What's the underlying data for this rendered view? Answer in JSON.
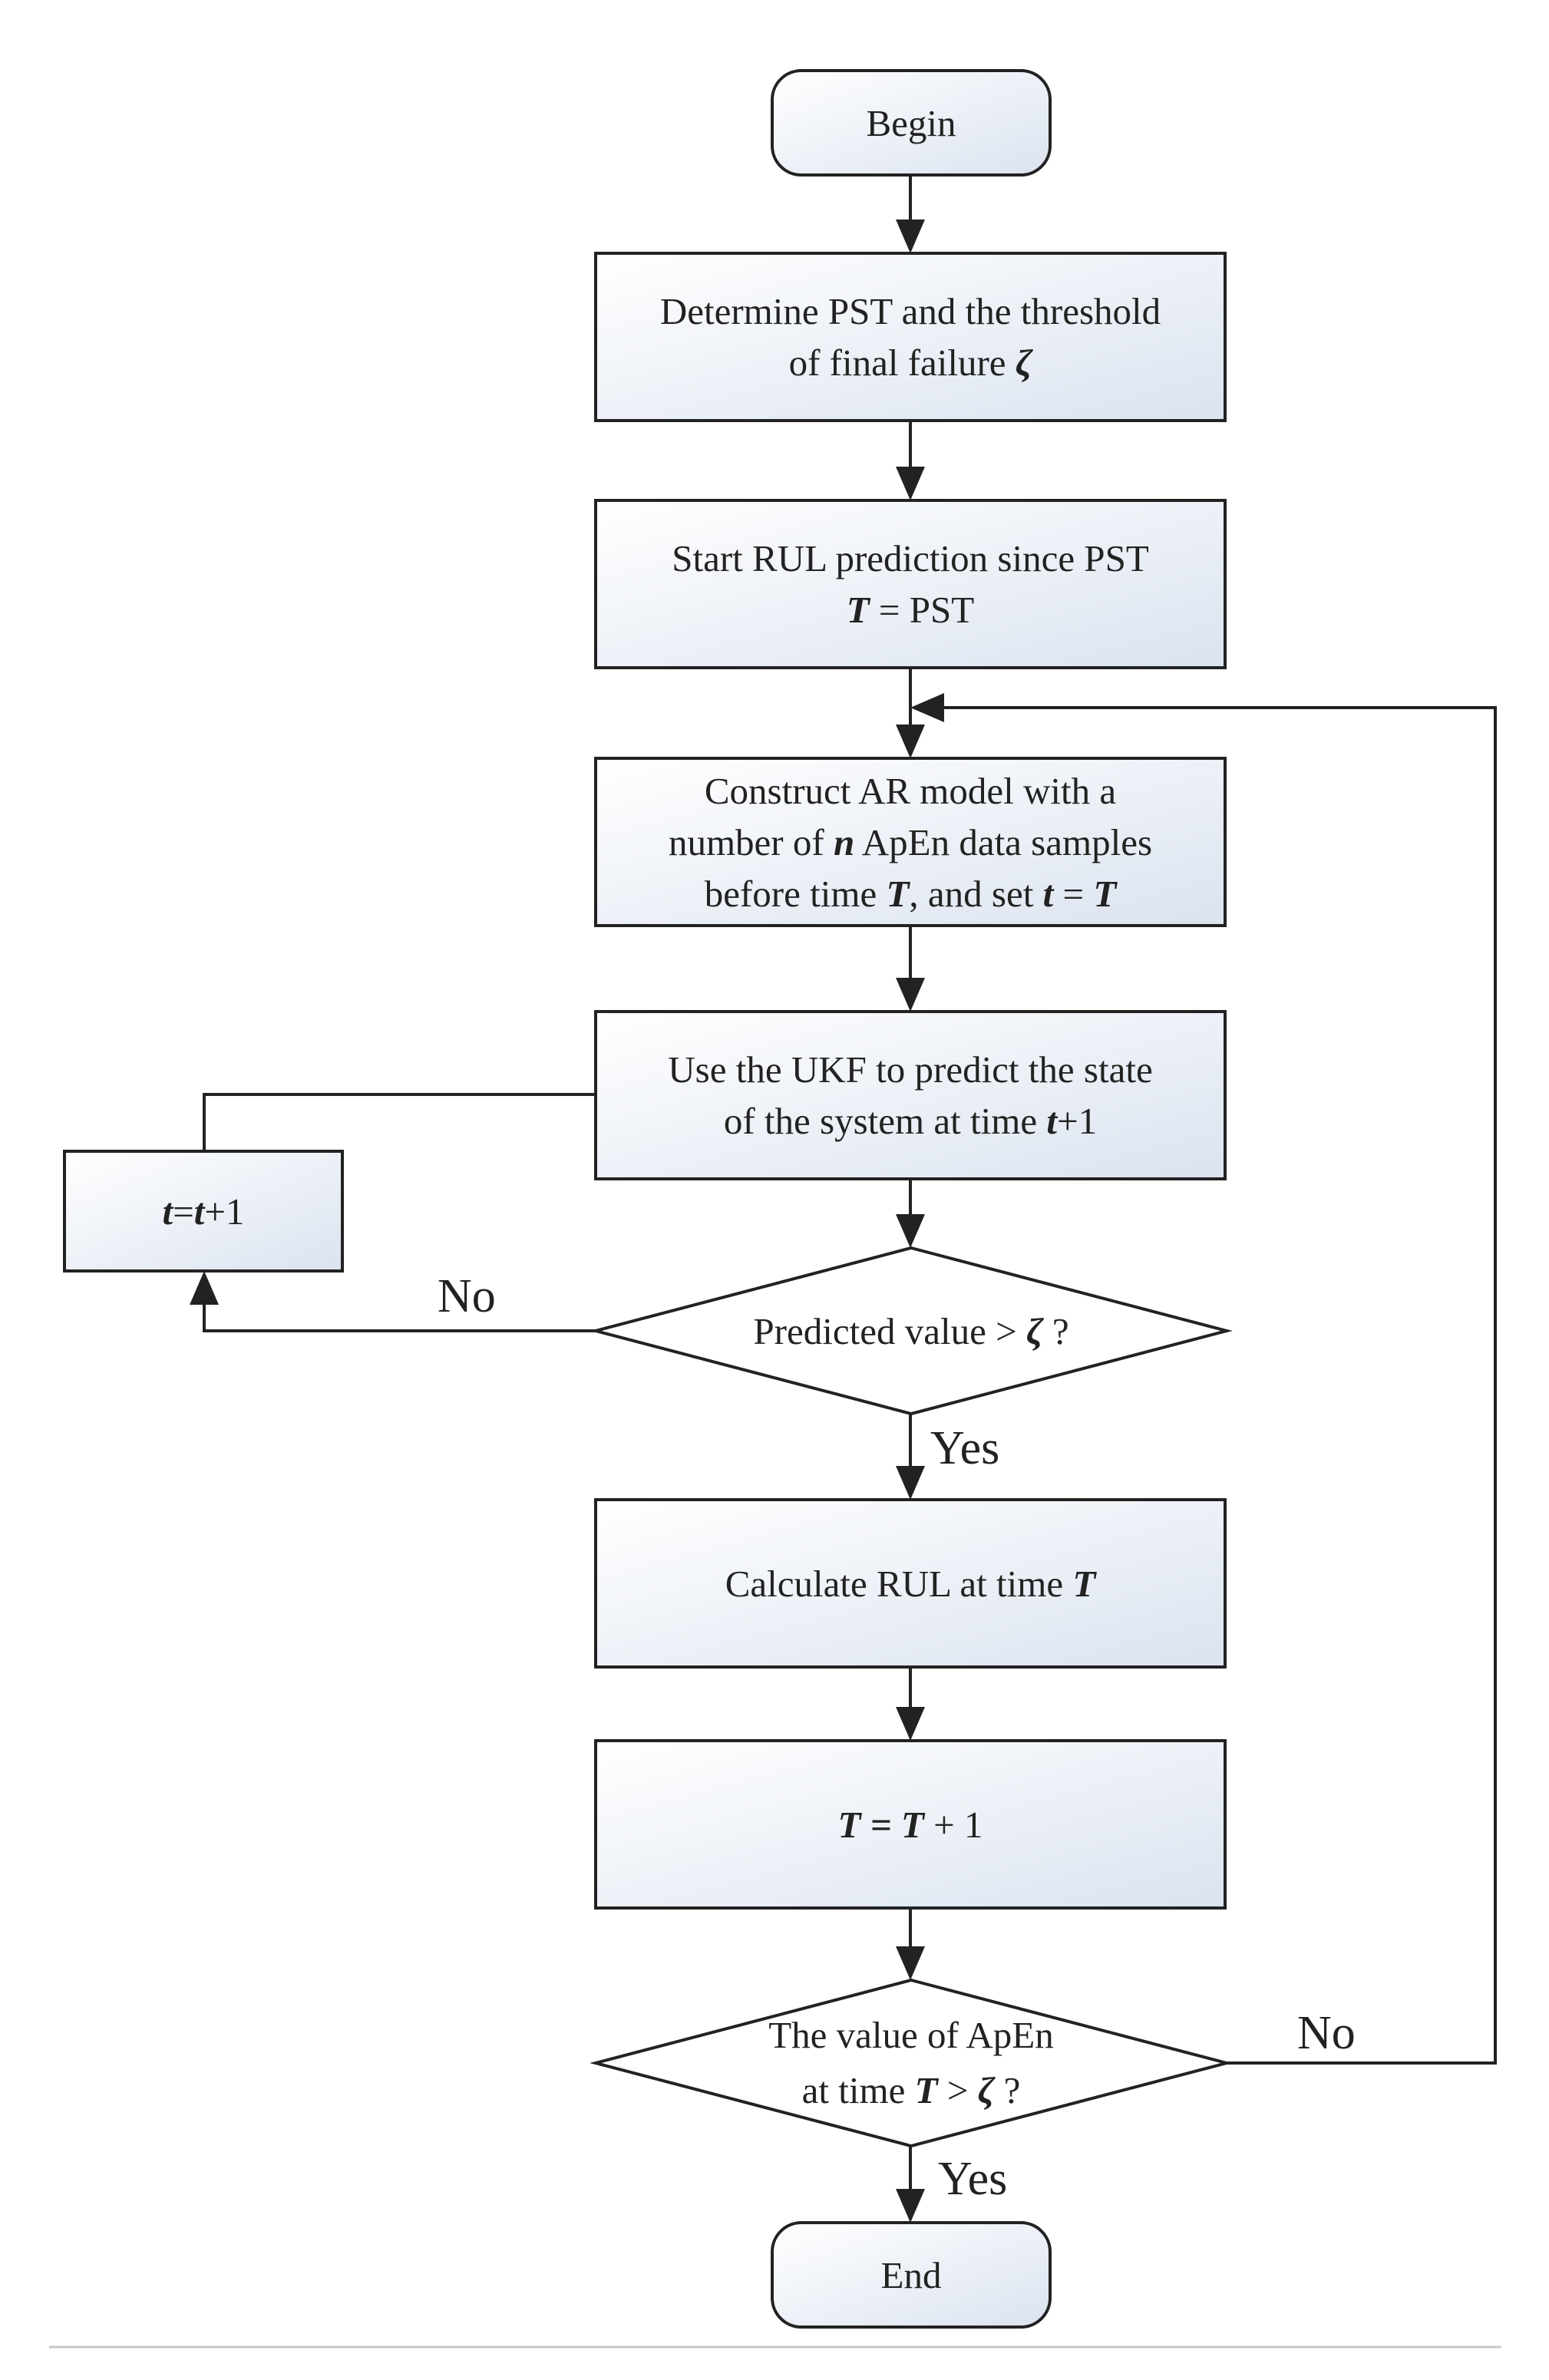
{
  "diagram": {
    "nodes": [
      {
        "id": "begin",
        "shape": "terminal",
        "lines": [
          [
            "Begin"
          ]
        ]
      },
      {
        "id": "determine",
        "shape": "process",
        "lines": [
          [
            "Determine PST and the threshold"
          ],
          [
            "of final failure ",
            {
              "i": "ζ"
            }
          ]
        ]
      },
      {
        "id": "start",
        "shape": "process",
        "lines": [
          [
            "Start RUL prediction since PST"
          ],
          [
            {
              "i": "T"
            },
            " = PST"
          ]
        ]
      },
      {
        "id": "construct",
        "shape": "process",
        "lines": [
          [
            "Construct AR model with a"
          ],
          [
            "number of ",
            {
              "i": "n"
            },
            " ApEn data samples"
          ],
          [
            "before time ",
            {
              "i": "T"
            },
            ", and set ",
            {
              "i": "t"
            },
            " = ",
            {
              "i": "T"
            }
          ]
        ]
      },
      {
        "id": "ukf",
        "shape": "process",
        "lines": [
          [
            "Use the UKF to predict the state"
          ],
          [
            "of the system at time ",
            {
              "i": "t"
            },
            "+1"
          ]
        ]
      },
      {
        "id": "increment_t",
        "shape": "process",
        "lines": [
          [
            {
              "i": "t"
            },
            "=",
            {
              "i": "t"
            },
            "+1"
          ]
        ]
      },
      {
        "id": "check_pred",
        "shape": "decision",
        "lines": [
          [
            "Predicted value >  ",
            {
              "i": "ζ"
            },
            " ?"
          ]
        ]
      },
      {
        "id": "calc_rul",
        "shape": "process",
        "lines": [
          [
            "Calculate RUL at time ",
            {
              "i": "T"
            }
          ]
        ]
      },
      {
        "id": "increment_T",
        "shape": "process",
        "lines": [
          [
            {
              "i": "T"
            },
            " ",
            {
              "i": "="
            },
            " ",
            {
              "i": "T"
            },
            " + 1"
          ]
        ]
      },
      {
        "id": "check_apen",
        "shape": "decision",
        "lines": [
          [
            "The value of ApEn"
          ],
          [
            "at time ",
            {
              "i": "T"
            },
            " >  ",
            {
              "i": "ζ"
            },
            " ?"
          ]
        ]
      },
      {
        "id": "end",
        "shape": "terminal",
        "lines": [
          [
            "End"
          ]
        ]
      }
    ],
    "edges": [
      {
        "id": "begin-determine",
        "from": "begin",
        "to": "determine",
        "label": ""
      },
      {
        "id": "determine-start",
        "from": "determine",
        "to": "start",
        "label": ""
      },
      {
        "id": "start-construct",
        "from": "start",
        "to": "construct",
        "label": ""
      },
      {
        "id": "construct-ukf",
        "from": "construct",
        "to": "ukf",
        "label": ""
      },
      {
        "id": "ukf-check-pred",
        "from": "ukf",
        "to": "check_pred",
        "label": ""
      },
      {
        "id": "check-pred-no",
        "from": "check_pred",
        "to": "increment_t",
        "label": "No"
      },
      {
        "id": "increment-t-ukf",
        "from": "increment_t",
        "to": "ukf",
        "label": ""
      },
      {
        "id": "check-pred-yes",
        "from": "check_pred",
        "to": "calc_rul",
        "label": "Yes"
      },
      {
        "id": "calc-rul-increment-T",
        "from": "calc_rul",
        "to": "increment_T",
        "label": ""
      },
      {
        "id": "increment-T-check-apen",
        "from": "increment_T",
        "to": "check_apen",
        "label": ""
      },
      {
        "id": "check-apen-no",
        "from": "check_apen",
        "to": "construct",
        "label": "No"
      },
      {
        "id": "check-apen-yes",
        "from": "check_apen",
        "to": "end",
        "label": "Yes"
      }
    ]
  },
  "colors": {
    "stroke": "#222222",
    "text": "#222222",
    "box_fill_start": "#ffffff",
    "box_fill_end": "#dbe3ef",
    "footer_rule": "#c8c8c8"
  }
}
